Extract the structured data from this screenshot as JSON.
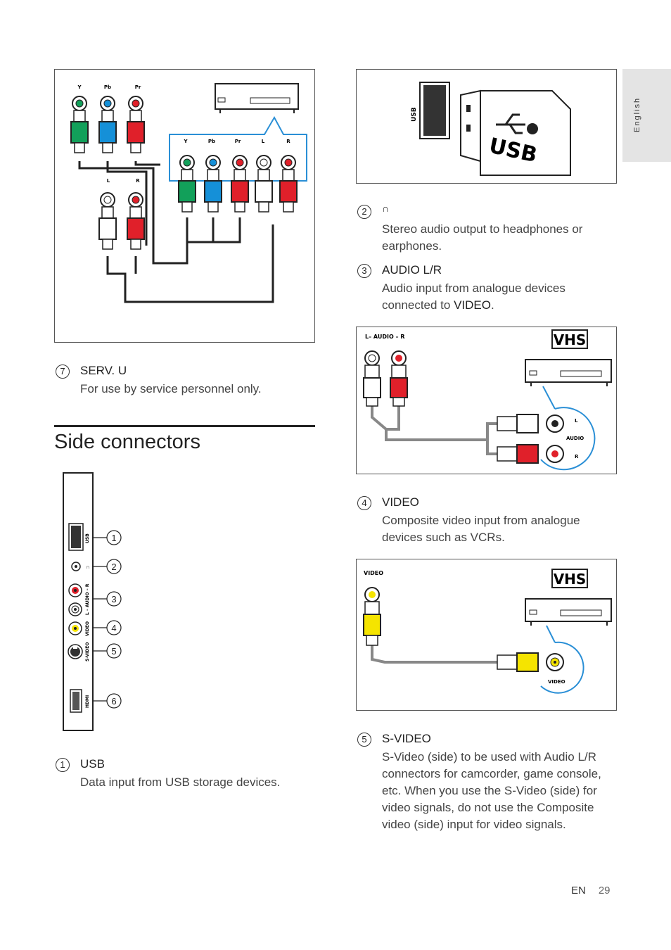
{
  "language_tab": "English",
  "figures": {
    "component": {
      "cable_labels": [
        "Y",
        "Pb",
        "Pr"
      ],
      "panel_labels": [
        "Y",
        "Pb",
        "Pr",
        "L",
        "R"
      ],
      "audio_labels": [
        "L",
        "R"
      ]
    },
    "usb": {
      "side_label": "USB",
      "stick_label": "USB"
    },
    "audio": {
      "title": "L– AUDIO – R",
      "brand": "VHS",
      "port_labels": [
        "L",
        "AUDIO",
        "R"
      ]
    },
    "video": {
      "title": "VIDEO",
      "brand": "VHS",
      "port_label": "VIDEO"
    },
    "side_panel": {
      "labels": [
        "USB",
        "L – AUDIO – R",
        "VIDEO",
        "S-VIDEO",
        "HDMI"
      ],
      "callouts": [
        "1",
        "2",
        "3",
        "4",
        "5",
        "6"
      ]
    }
  },
  "left_items": [
    {
      "num": "7",
      "title": "SERV. U",
      "text": [
        "For use by service personnel only."
      ]
    }
  ],
  "section": {
    "title": "Side connectors"
  },
  "side_items": [
    {
      "num": "1",
      "title": "USB",
      "text": [
        "Data input from USB storage devices."
      ]
    }
  ],
  "right_items": [
    {
      "num": "2",
      "title": "∩",
      "text": [
        "Stereo audio output to headphones or",
        "earphones."
      ]
    },
    {
      "num": "3",
      "title": "AUDIO L/R",
      "text": [
        "Audio input from analogue devices"
      ],
      "text_tail_prefix": "connected to ",
      "text_tail_emph": "VIDEO",
      "text_tail_suffix": "."
    },
    {
      "num": "4",
      "title": "VIDEO",
      "text": [
        "Composite video input from analogue",
        "devices such as VCRs."
      ]
    },
    {
      "num": "5",
      "title": "S-VIDEO",
      "text": [
        "S-Video (side) to be used with Audio L/R",
        "connectors for camcorder, game console,",
        "etc. When you use the S-Video (side) for",
        "video signals, do not use the Composite",
        "video (side) input for video signals."
      ]
    }
  ],
  "footer": {
    "lang": "EN",
    "page": "29"
  }
}
